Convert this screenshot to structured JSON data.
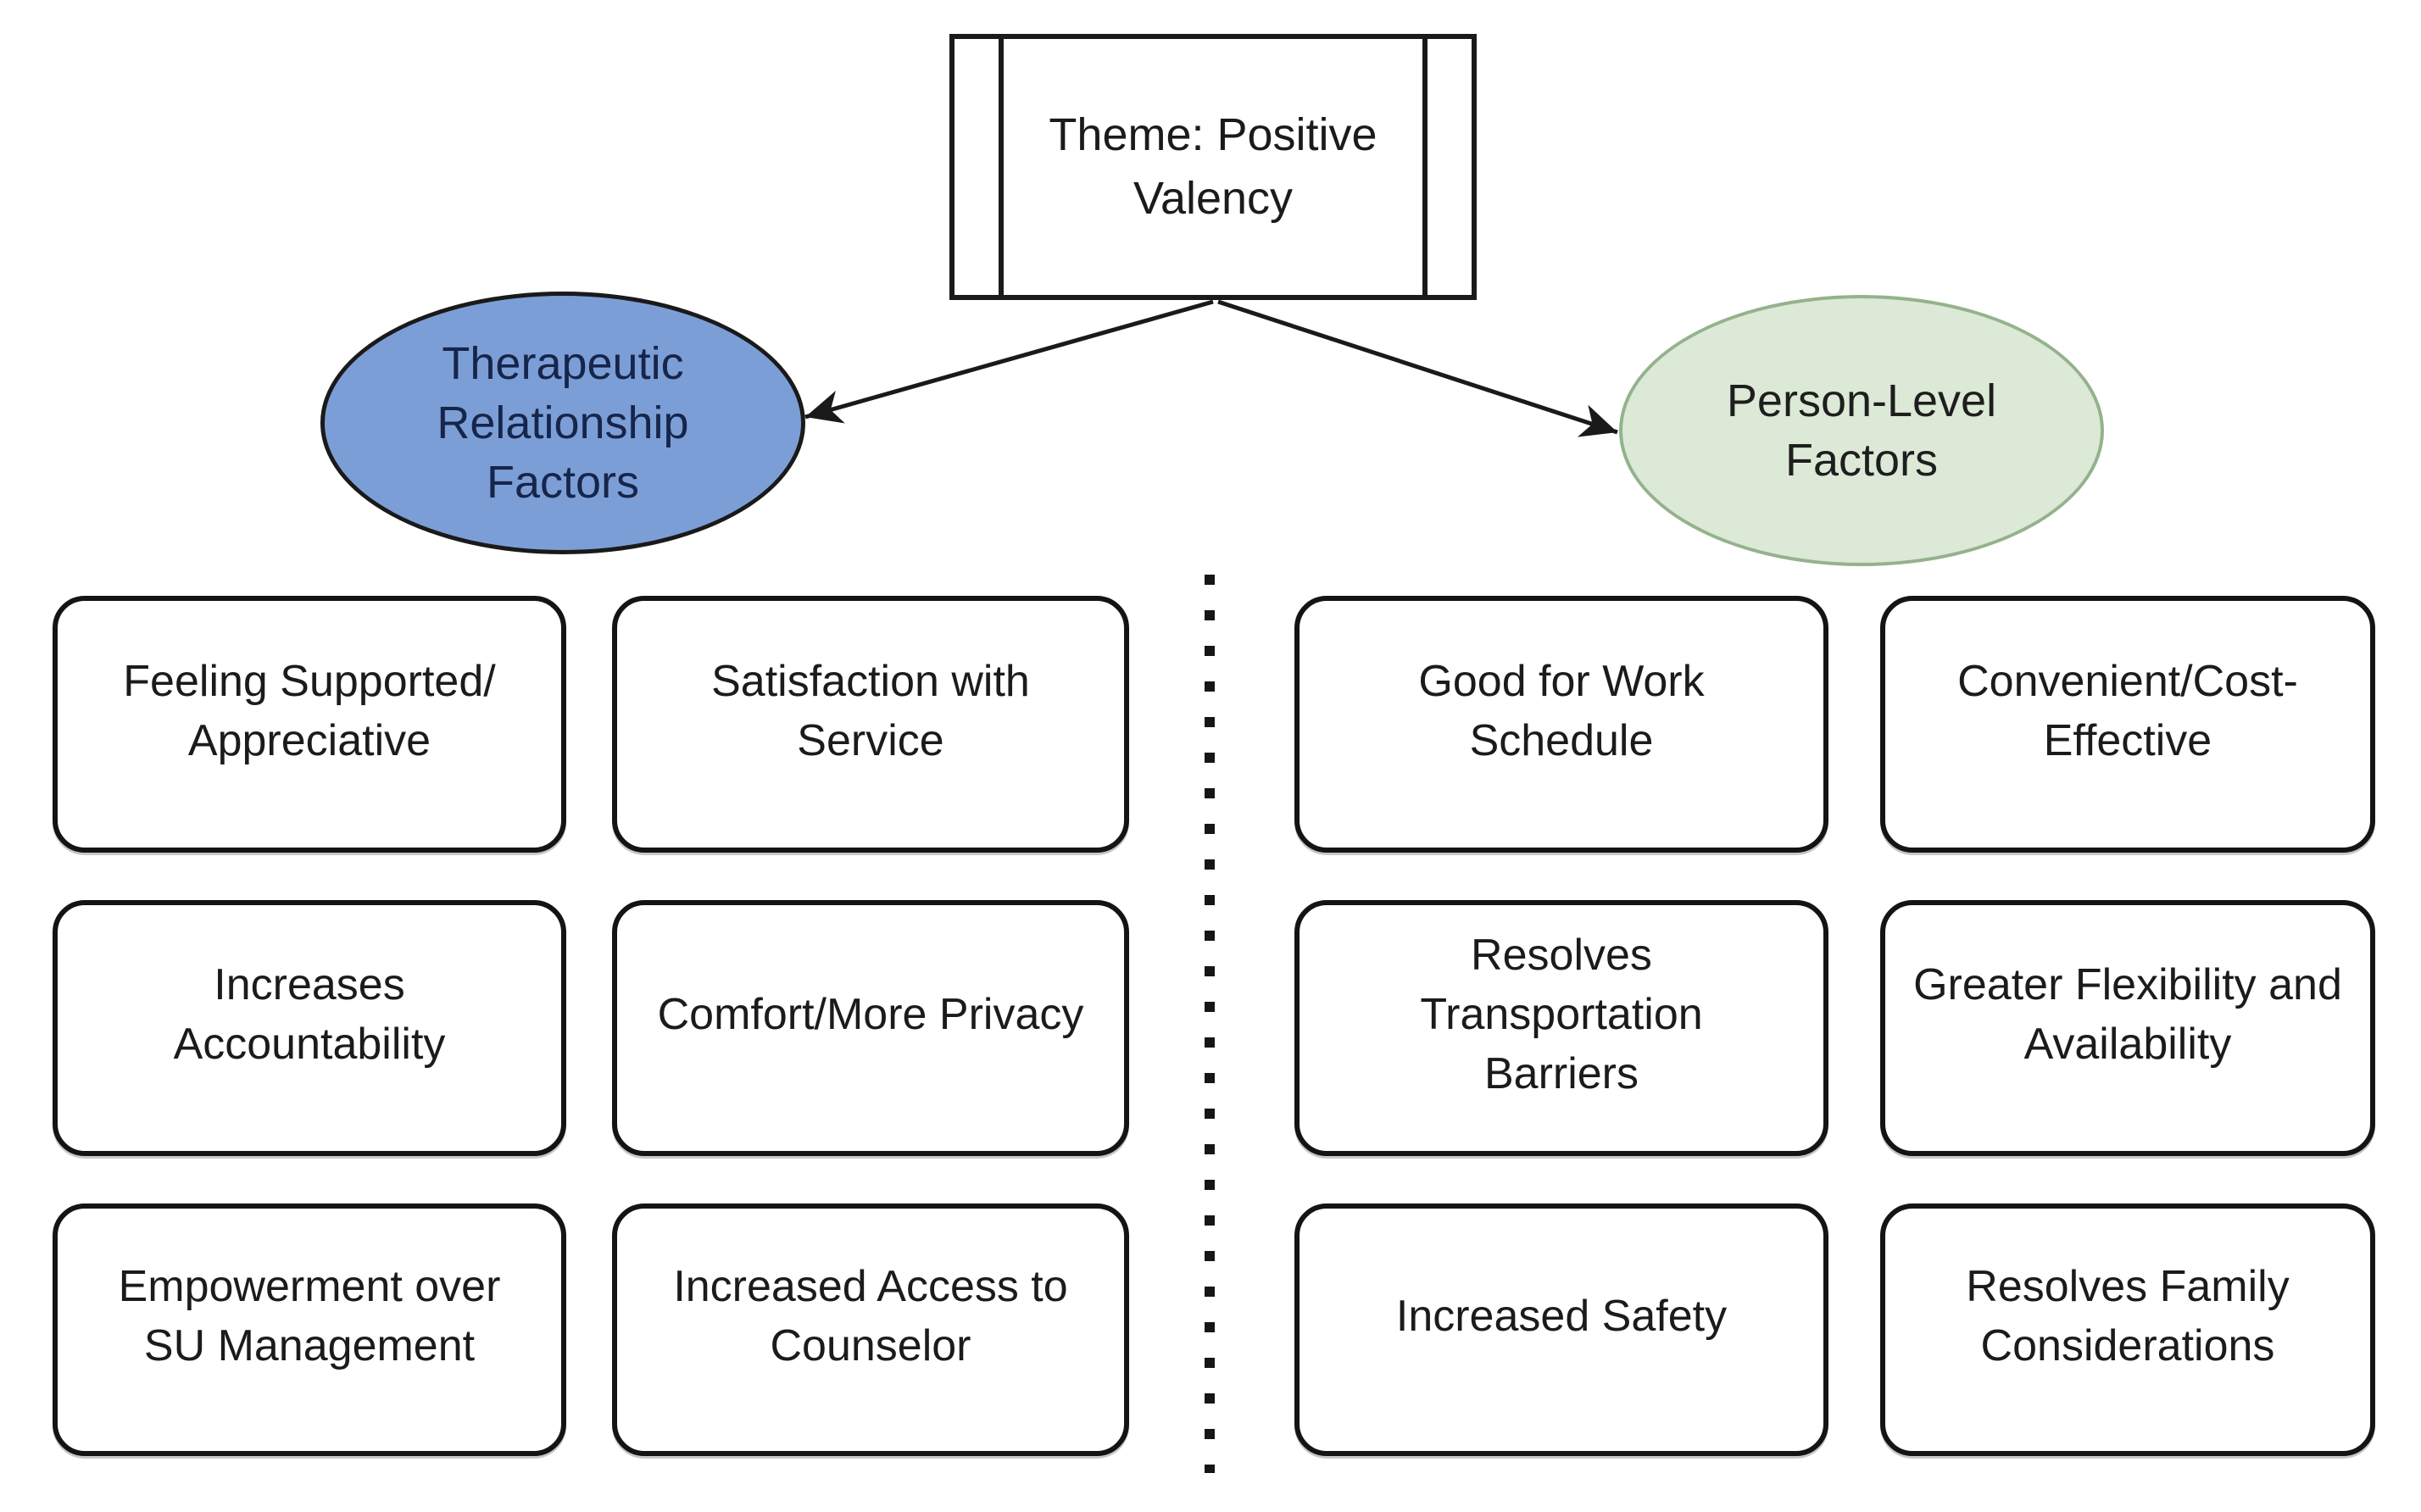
{
  "diagram": {
    "title_node": {
      "label": "Theme: Positive\nValency",
      "shape": "predefined-process-rectangle"
    },
    "categories": [
      {
        "label": "Therapeutic\nRelationship\nFactors",
        "shape": "ellipse",
        "fill": "#7C9ED7",
        "border": "#1A1A1A",
        "text_color": "#16254A"
      },
      {
        "label": "Person-Level\nFactors",
        "shape": "ellipse",
        "fill": "#DCE9D7",
        "border": "#94B28C",
        "text_color": "#1E1E1E"
      }
    ],
    "therapeutic_factors": [
      "Feeling Supported/\nAppreciative",
      "Satisfaction with\nService",
      "Increases\nAccountability",
      "Comfort/More Privacy",
      "Empowerment over\nSU Management",
      "Increased Access to\nCounselor"
    ],
    "person_factors": [
      "Good for Work\nSchedule",
      "Convenient/Cost-\nEffective",
      "Resolves\nTransportation\nBarriers",
      "Greater Flexibility and\nAvailability",
      "Increased Safety",
      "Resolves Family\nConsiderations"
    ],
    "connectors": {
      "style": "arrow",
      "color": "#1A1A1A",
      "from": "title_node",
      "to": [
        "Therapeutic Relationship Factors",
        "Person-Level Factors"
      ]
    },
    "divider": {
      "style": "dotted-vertical-line",
      "color": "#161616"
    },
    "background": "#FFFFFF",
    "ink_color": "#1A1A1A"
  }
}
